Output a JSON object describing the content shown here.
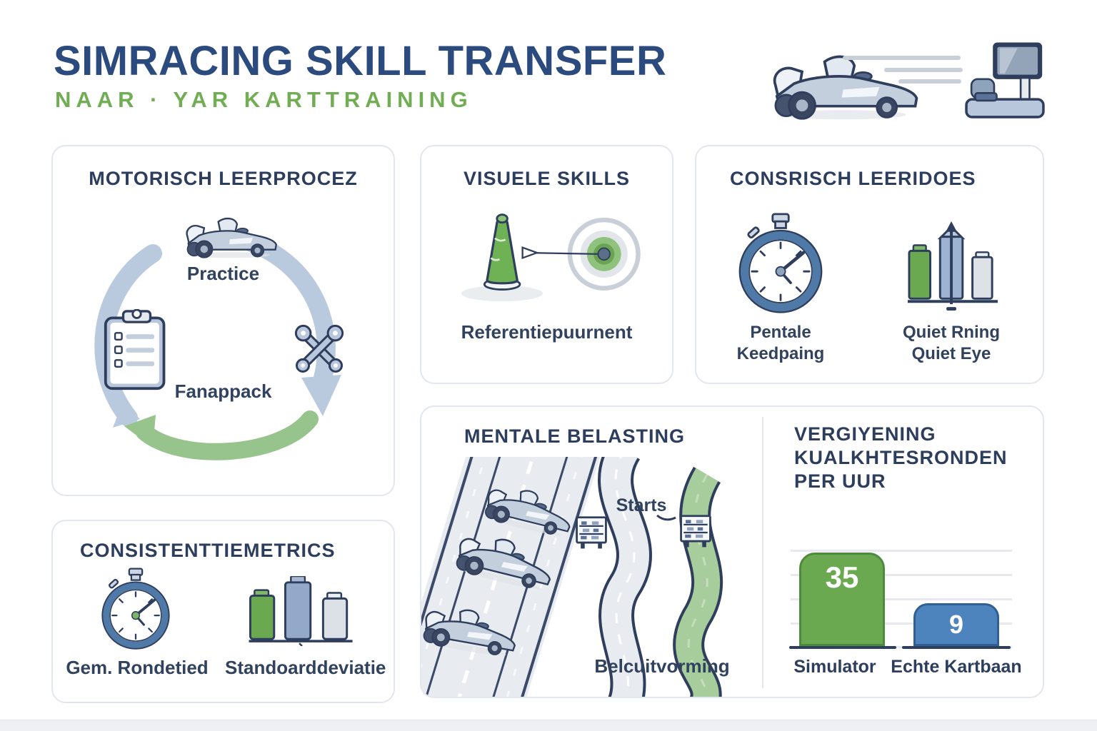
{
  "page": {
    "title": "SIMRACING SKILL TRANSFER",
    "subtitle": "NAAR · YAR KARTTRAINING"
  },
  "cards": {
    "motor": {
      "title": "MOTORISCH LEERPROCEZ",
      "top_label": "Practice",
      "bottom_label": "Fanappack"
    },
    "visual": {
      "title": "VISUELE SKILLS",
      "caption": "Referentiepuurnent"
    },
    "cognitive": {
      "title": "CONSRISCH LEERIDOES",
      "left_line1": "Pentale",
      "left_line2": "Keedpaing",
      "right_line1": "Quiet Rning",
      "right_line2": "Quiet Eye"
    },
    "consistency": {
      "title": "CONSISTENTTIEMETRICS",
      "left_caption": "Gem. Rondetied",
      "right_caption": "Standoarddeviatie"
    },
    "mental": {
      "title": "MENTALE BELASTING",
      "starts_label": "Starts",
      "caption": "Belcuitvorming"
    },
    "comparison": {
      "title_line1": "VERGIYENING",
      "title_line2": "KUALKHTESRONDEN",
      "title_line3": "PER UUR",
      "bars": [
        {
          "label": "Simulator",
          "value": "35"
        },
        {
          "label": "Echte Kartbaan",
          "value": "9"
        }
      ]
    }
  },
  "chart_data": {
    "type": "bar",
    "categories": [
      "Simulator",
      "Echte Kartbaan"
    ],
    "values": [
      35,
      9
    ],
    "title": "Vergiyening kualkhtesronden per uur",
    "xlabel": "",
    "ylabel": "",
    "ylim": [
      0,
      40
    ],
    "grid": true,
    "legend": "none",
    "bar_colors": [
      "#6ba950",
      "#4e84bd"
    ]
  },
  "colors": {
    "title_blue": "#2b4a7e",
    "heading_navy": "#2c3d5e",
    "accent_green": "#71ae53",
    "bar_green": "#6ba950",
    "bar_blue": "#4e84bd",
    "arrow_blue": "#b9cade",
    "arrow_green": "#97c48c",
    "card_border": "#e2e6ed"
  }
}
